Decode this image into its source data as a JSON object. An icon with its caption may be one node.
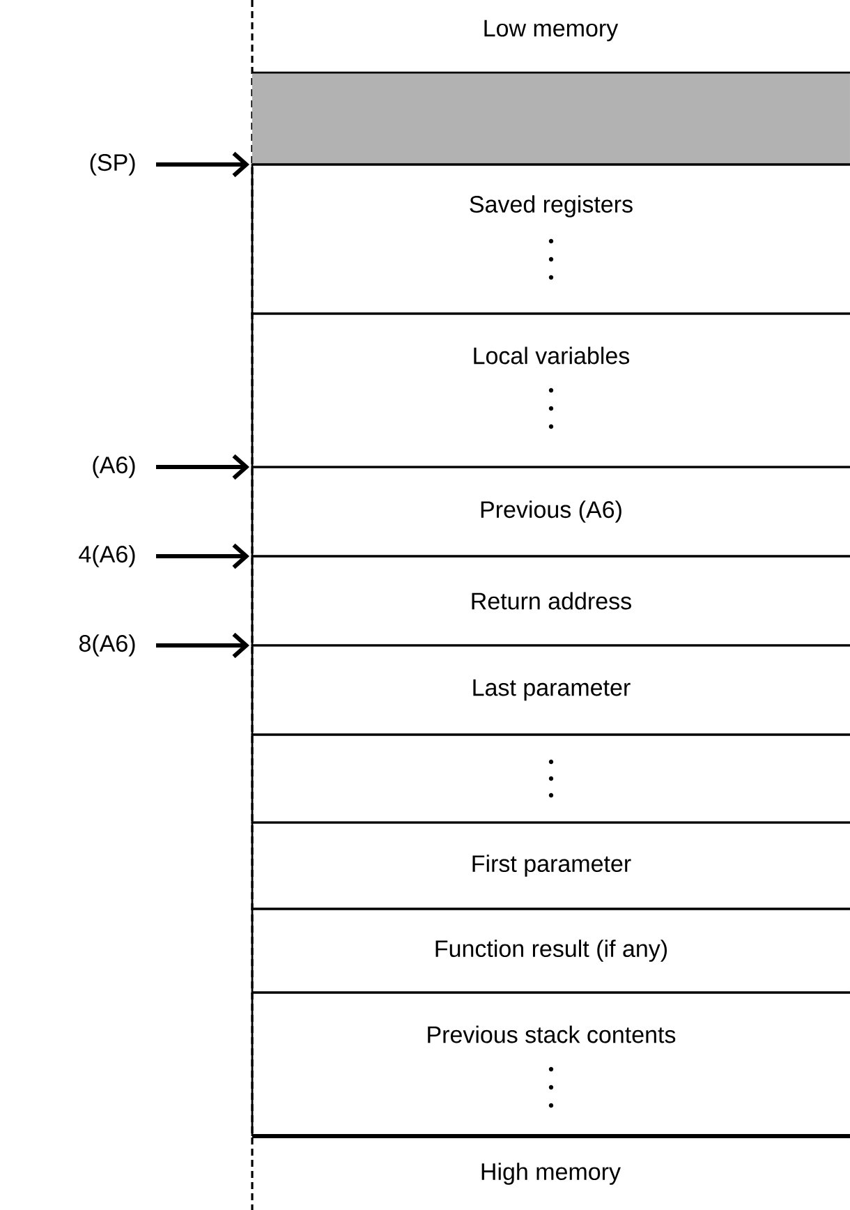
{
  "diagram": {
    "nodes": [
      {
        "text": [],
        "shape": "box"
      },
      {
        "text": [
          "Saved registers"
        ]
      },
      {
        "text": [
          "Local variables"
        ]
      },
      {
        "text": [
          "Previous (A6)"
        ]
      },
      {
        "text": [
          "Return address"
        ]
      },
      {
        "text": [
          "Last parameter"
        ]
      },
      {
        "text": [],
        "shape": "box"
      },
      {
        "text": [
          "First parameter"
        ]
      },
      {
        "text": [
          "Function result (if any)"
        ]
      },
      {
        "text": [
          "Previous stack contents"
        ]
      },
      {
        "text": [
          "(SP)"
        ]
      },
      {
        "text": [
          "(A6)"
        ]
      },
      {
        "text": [
          "4(A6)"
        ]
      },
      {
        "text": [
          "8(A6)"
        ]
      }
    ],
    "edges": [
      {
        "from": 10,
        "to": 1,
        "arrow": "to"
      },
      {
        "from": 11,
        "to": 3,
        "arrow": "to"
      },
      {
        "from": 12,
        "to": 4,
        "arrow": "to"
      },
      {
        "from": 13,
        "to": 5,
        "arrow": "to"
      }
    ],
    "labels": [
      "Low memory",
      "High memory"
    ]
  }
}
